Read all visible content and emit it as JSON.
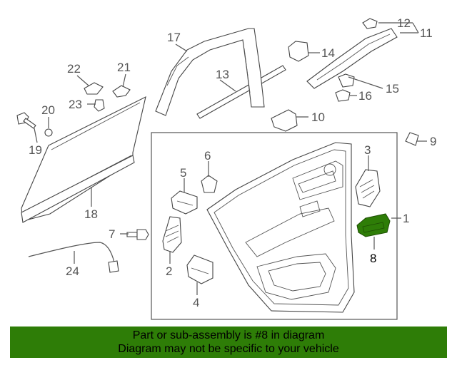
{
  "callouts": {
    "c1": "1",
    "c2": "2",
    "c3": "3",
    "c4": "4",
    "c5": "5",
    "c6": "6",
    "c7": "7",
    "c8": "8",
    "c9": "9",
    "c10": "10",
    "c11": "11",
    "c12": "12",
    "c13": "13",
    "c14": "14",
    "c15": "15",
    "c16": "16",
    "c17": "17",
    "c18": "18",
    "c19": "19",
    "c20": "20",
    "c21": "21",
    "c22": "22",
    "c23": "23",
    "c24": "24"
  },
  "highlight": {
    "part": "8",
    "color": "#2e7d07"
  },
  "banner": {
    "line1": "Part or sub-assembly is #8 in diagram",
    "line2": "Diagram may not be specific to your vehicle",
    "background": "#2e7d07"
  }
}
